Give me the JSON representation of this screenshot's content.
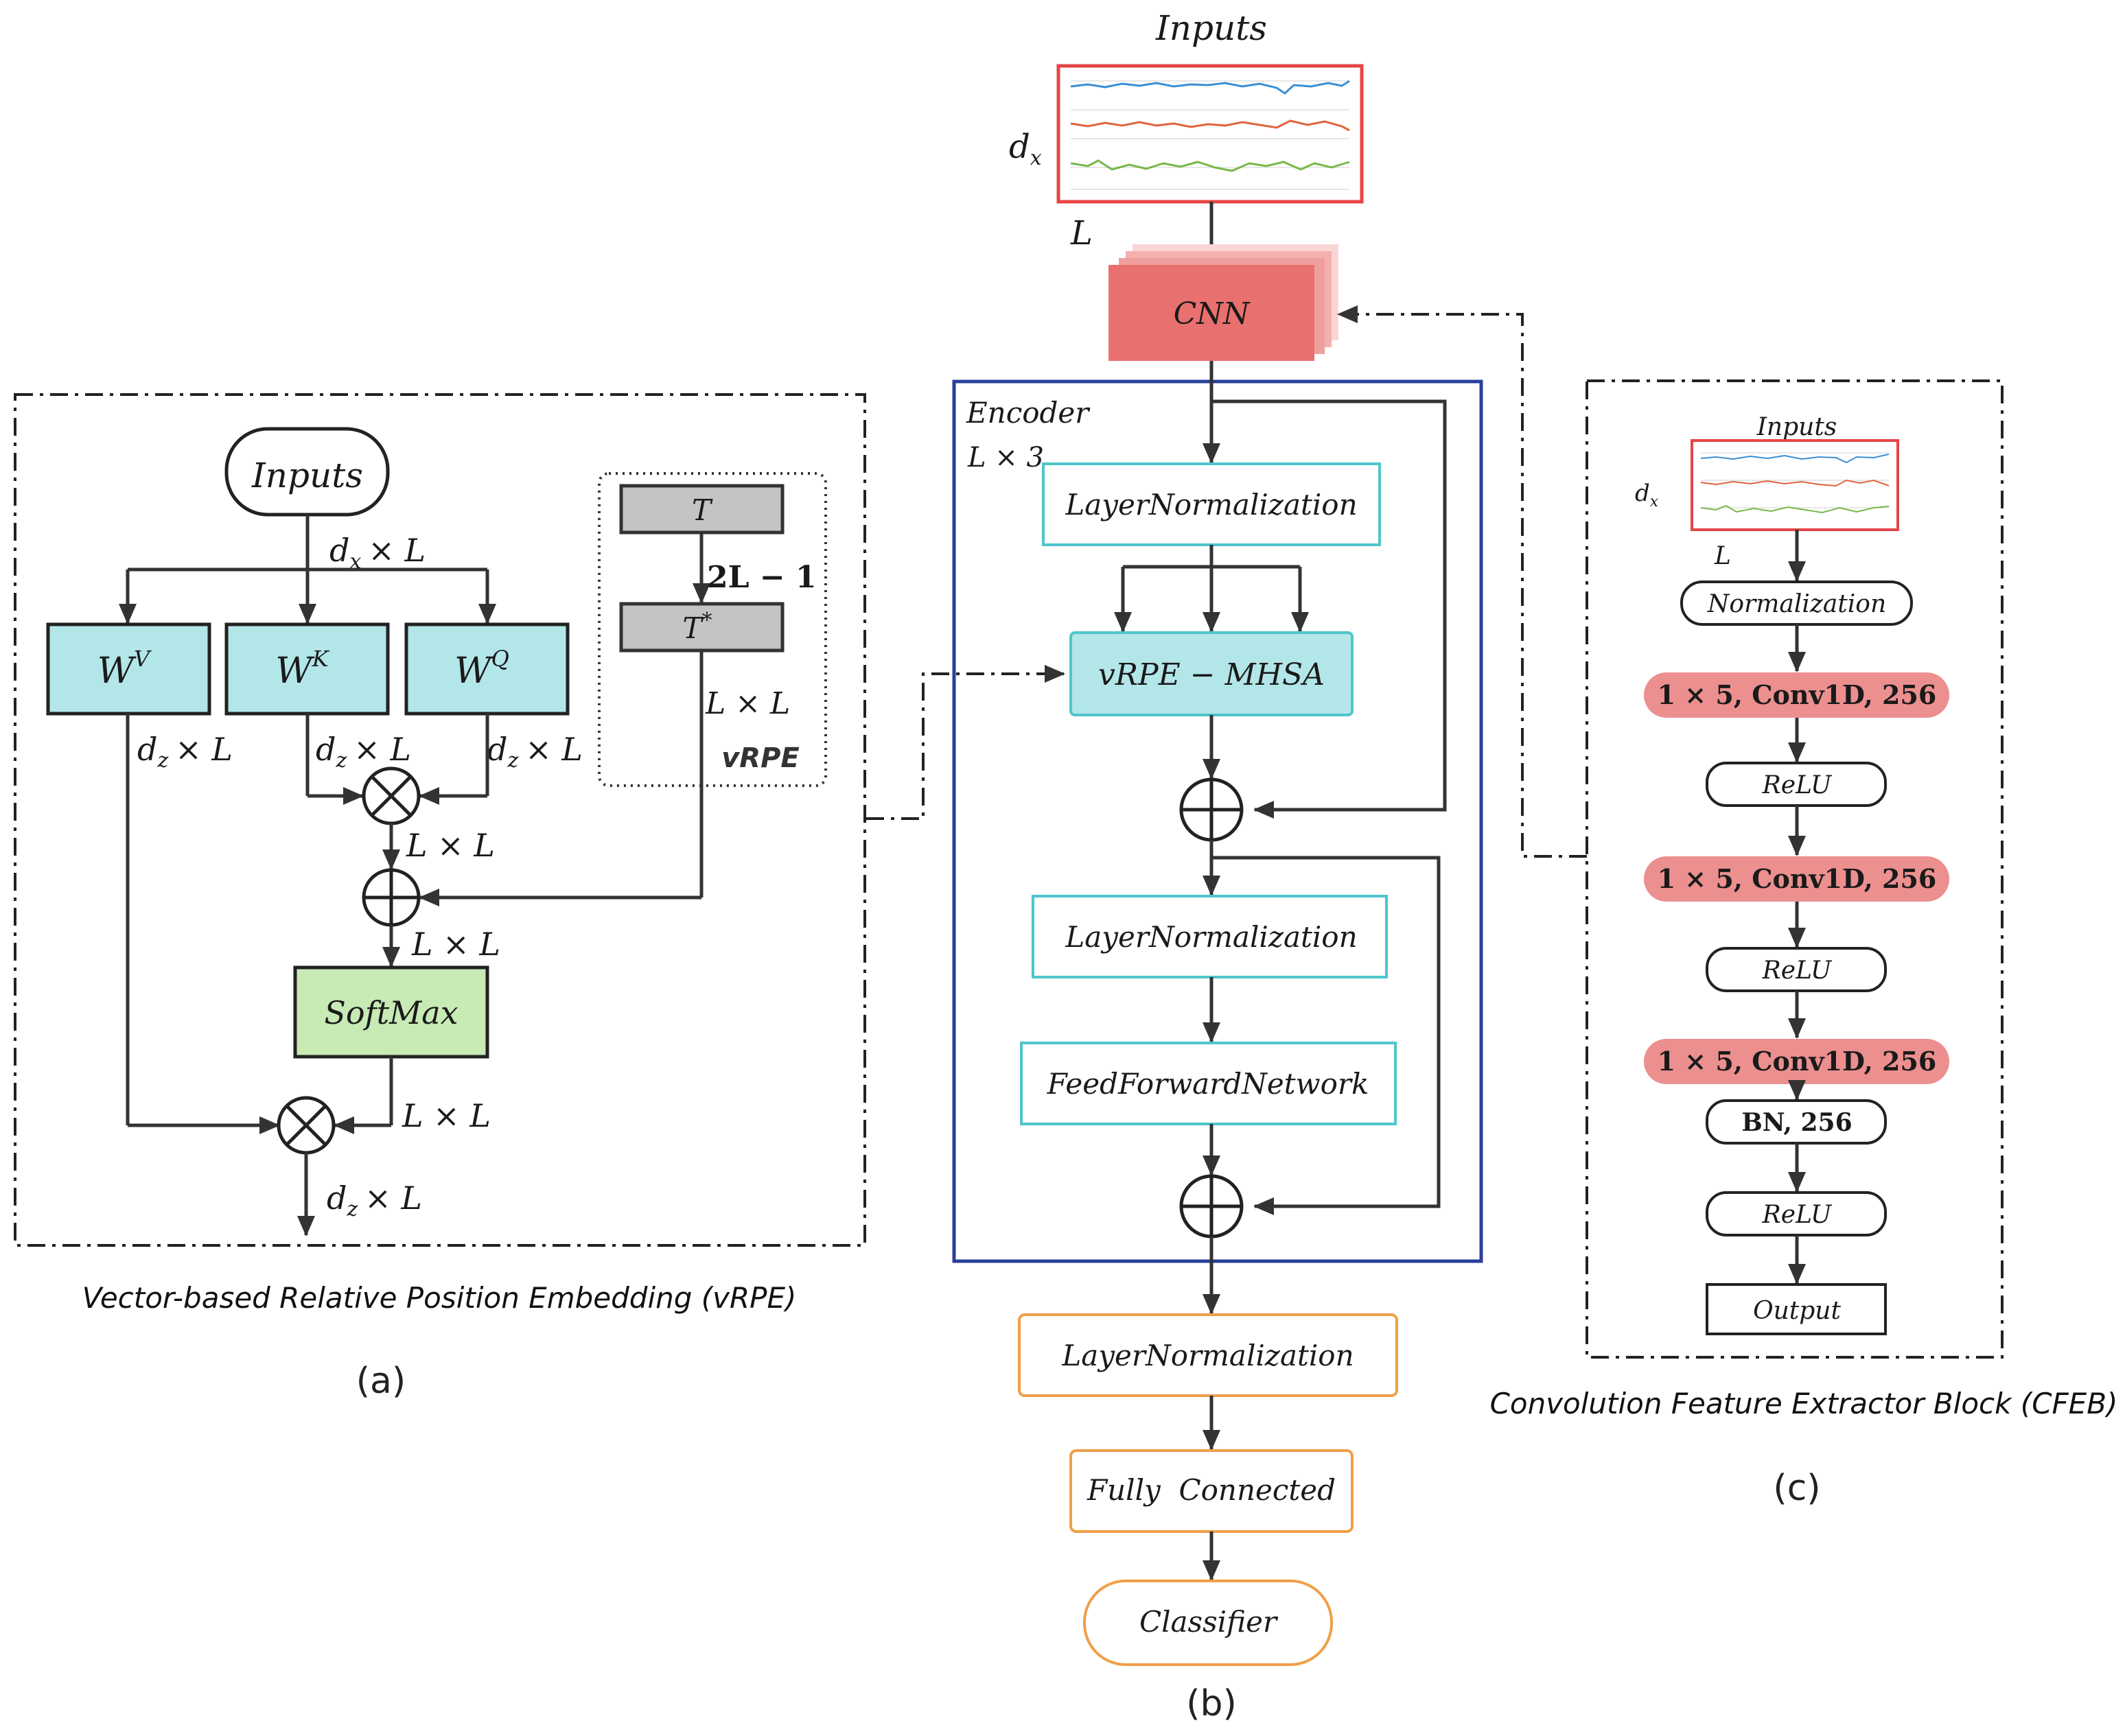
{
  "colors": {
    "teal_fill": "#b3e6e8",
    "teal_border": "#4fc6cb",
    "green_fill": "#c8eab5",
    "gray_fill": "#c4c4c4",
    "cnn_fill": "#e8706e",
    "conv_fill": "#ec8f8f",
    "encoder_border": "#2a3f9a",
    "orange_border": "#f0a048",
    "red_border": "#e64545",
    "trace_blue": "#3a8fd6",
    "trace_red": "#e0643c",
    "trace_green": "#78b84a"
  },
  "panel_a": {
    "inputs": "Inputs",
    "dxL": "d",
    "dxL_sub": "x",
    "dxL_rest": "× L",
    "wv": "W",
    "wv_sup": "V",
    "wk": "W",
    "wk_sup": "K",
    "wq": "W",
    "wq_sup": "Q",
    "dz": "d",
    "dz_sub": "z",
    "dz_rest": "× L",
    "LxL": "L × L",
    "softmax": "SoftMax",
    "t": "T",
    "tstar": "T",
    "tstar_sup": "*",
    "two_l": "2L − 1",
    "vrpe_tag": "vRPE",
    "caption": "Vector-based Relative Position Embedding (vRPE)",
    "label": "(a)"
  },
  "panel_b": {
    "inputs": "Inputs",
    "dx": "d",
    "dx_sub": "x",
    "L": "L",
    "cnn": "CNN",
    "encoder": "Encoder",
    "encoder_rep": "L × 3",
    "ln1": "LayerNormalization",
    "mhsa": "vRPE − MHSA",
    "ln2": "LayerNormalization",
    "ffn": "FeedForwardNetwork",
    "ln3": "LayerNormalization",
    "fc": "Fully  Connected",
    "classifier": "Classifier",
    "label": "(b)"
  },
  "panel_c": {
    "inputs": "Inputs",
    "dx": "d",
    "dx_sub": "x",
    "L": "L",
    "norm": "Normalization",
    "conv1": "1 × 5, Conv1D, 256",
    "relu1": "ReLU",
    "conv2": "1 × 5, Conv1D, 256",
    "relu2": "ReLU",
    "conv3": "1 × 5, Conv1D, 256",
    "bn": "BN, 256",
    "relu3": "ReLU",
    "output": "Output",
    "caption": "Convolution Feature Extractor Block (CFEB)",
    "label": "(c)"
  }
}
